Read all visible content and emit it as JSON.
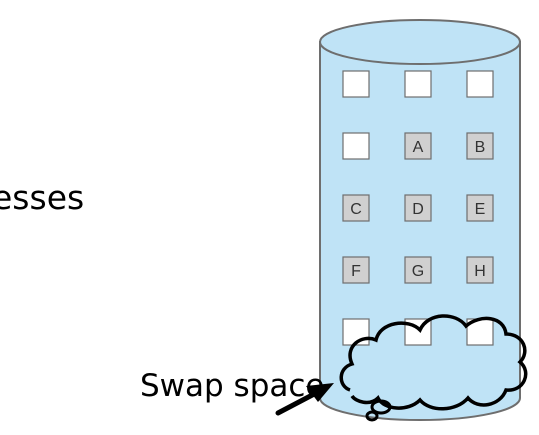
{
  "slide": {
    "partial_word": "esses",
    "swap_label": "Swap space"
  },
  "disk": {
    "fill_color": "#bfe3f6",
    "outline_color": "#6e6e6e",
    "grid": [
      [
        "",
        "",
        ""
      ],
      [
        "",
        "A",
        "B"
      ],
      [
        "C",
        "D",
        "E"
      ],
      [
        "F",
        "G",
        "H"
      ],
      [
        "",
        "",
        ""
      ]
    ],
    "empty_block_color": "#ffffff",
    "used_block_color": "#d0d0d0"
  },
  "annotation": {
    "cloud_color": "#000000",
    "arrow_color": "#000000"
  }
}
